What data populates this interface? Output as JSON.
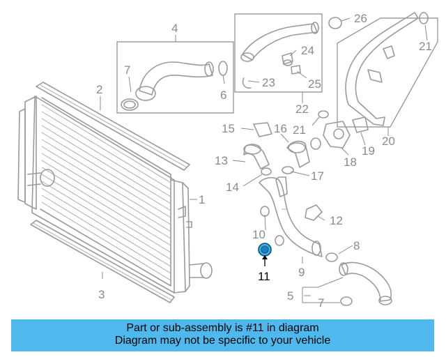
{
  "callouts": {
    "c1": "1",
    "c2": "2",
    "c3": "3",
    "c4": "4",
    "c5": "5",
    "c6": "6",
    "c7a": "7",
    "c7b": "7",
    "c8": "8",
    "c9": "9",
    "c10": "10",
    "c11": "11",
    "c12": "12",
    "c13": "13",
    "c14": "14",
    "c15": "15",
    "c16": "16",
    "c17": "17",
    "c18": "18",
    "c19": "19",
    "c20": "20",
    "c21a": "21",
    "c21b": "21",
    "c22": "22",
    "c23": "23",
    "c24": "24",
    "c25": "25",
    "c26": "26"
  },
  "highlighted_part": "11",
  "colors": {
    "banner": "#4fb9ee",
    "part_line": "#9a9a9a",
    "highlight_fill": "#3aaee8"
  },
  "banner": {
    "line1": "Part or sub-assembly is #11 in diagram",
    "line2": "Diagram may not be specific to your vehicle"
  }
}
